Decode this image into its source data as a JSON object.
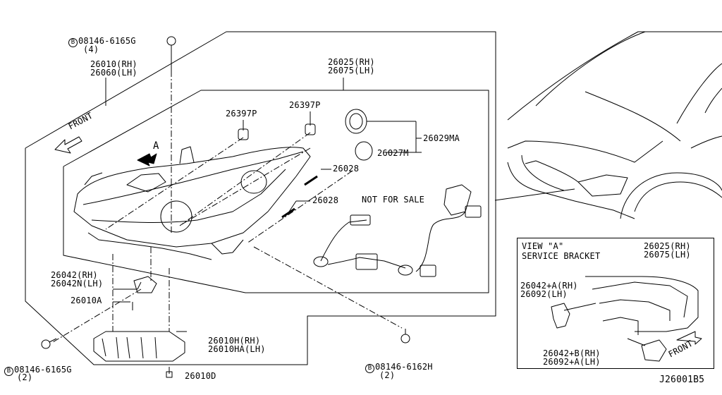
{
  "callouts": {
    "bolt_top": {
      "part": "08146-6165G",
      "qty": "(4)",
      "symbol": "B"
    },
    "bolt_bottom_left": {
      "part": "08146-6165G",
      "qty": "(2)",
      "symbol": "B"
    },
    "bolt_bottom_right": {
      "part": "08146-6162H",
      "qty": "(2)",
      "symbol": "B"
    },
    "headlamp_assy": {
      "rh": "26010(RH)",
      "lh": "26060(LH)"
    },
    "headlamp_unit": {
      "rh": "26025(RH)",
      "lh": "26075(LH)"
    },
    "cap_left": "26397P",
    "cap_right": "26397P",
    "socket_assy": "26029MA",
    "o_ring": "26027M",
    "gasket_upper": "26028",
    "gasket_lower": "26028",
    "harness_note": "NOT FOR SALE",
    "bracket_small": {
      "rh": "26042(RH)",
      "lh": "26042N(LH)"
    },
    "screw": "26010A",
    "lower_bracket": {
      "rh": "26010H(RH)",
      "lh": "26010HA(LH)"
    },
    "clip": "26010D",
    "front_arrow_main": "FRONT",
    "view_letter": "A"
  },
  "view_a": {
    "title": "VIEW \"A\"",
    "subtitle": "SERVICE BRACKET",
    "unit": {
      "rh": "26025(RH)",
      "lh": "26075(LH)"
    },
    "bracket_a": {
      "rh": "26042+A(RH)",
      "lh": "26092(LH)"
    },
    "bracket_b": {
      "rh": "26042+B(RH)",
      "lh": "26092+A(LH)"
    },
    "front_arrow": "FRONT"
  },
  "diagram_id": "J26001B5"
}
